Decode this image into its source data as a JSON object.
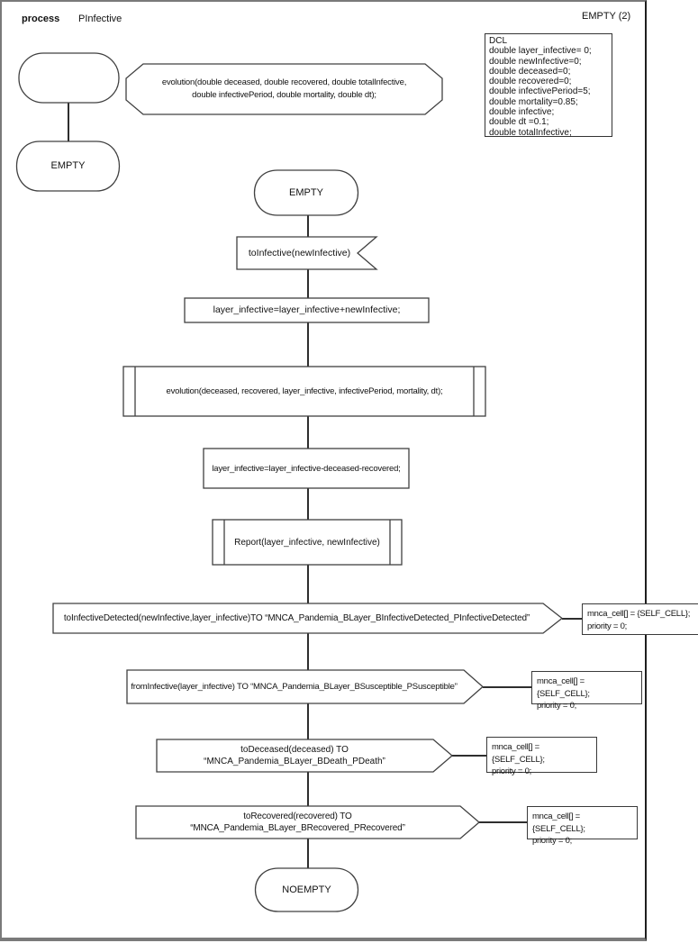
{
  "colors": {
    "stroke": "#404040",
    "text": "#111111",
    "frame": "#7a7a7a",
    "framedark": "#1f1f1f"
  },
  "header": {
    "kind_label": "process",
    "name": "PInfective",
    "page_label": "EMPTY (2)"
  },
  "declarations": {
    "text": "DCL\ndouble layer_infective= 0;\ndouble newInfective=0;\ndouble deceased=0;\ndouble recovered=0;\ndouble infectivePeriod=5;\ndouble mortality=0.85;\ndouble infective;\ndouble dt =0.1;\ndouble totalInfective;"
  },
  "nodes": {
    "procedure_declaration": {
      "label": "evolution(double deceased, double recovered, double totalInfective,\ndouble infectivePeriod, double mortality, double dt);"
    },
    "start_state": {
      "label": ""
    },
    "state_empty_left": {
      "label": "EMPTY"
    },
    "state_empty_center": {
      "label": "EMPTY"
    },
    "input_toinfective": {
      "label": "toInfective(newInfective)"
    },
    "task_add": {
      "label": "layer_infective=layer_infective+newInfective;"
    },
    "proc_call_evolution": {
      "label": "evolution(deceased, recovered, layer_infective, infectivePeriod, mortality, dt);"
    },
    "task_subtract": {
      "label": "layer_infective=layer_infective-deceased-recovered;"
    },
    "proc_call_report": {
      "label": "Report(layer_infective, newInfective)"
    },
    "output_toinfectivedetected": {
      "label": "toInfectiveDetected(newInfective,layer_infective)TO “MNCA_Pandemia_BLayer_BInfectiveDetected_PInfectiveDetected”"
    },
    "output_frominfective": {
      "label": "fromInfective(layer_infective) TO “MNCA_Pandemia_BLayer_BSusceptible_PSusceptible”"
    },
    "output_todeceased": {
      "label": "toDeceased(deceased) TO “MNCA_Pandemia_BLayer_BDeath_PDeath”"
    },
    "output_torecovered": {
      "label": "toRecovered(recovered) TO “MNCA_Pandemia_BLayer_BRecovered_PRecovered”"
    },
    "state_noempty": {
      "label": "NOEMPTY"
    },
    "comments": [
      {
        "text": "mnca_cell[] = {SELF_CELL};\npriority = 0;"
      },
      {
        "text": "mnca_cell[] = {SELF_CELL};\npriority = 0;"
      },
      {
        "text": "mnca_cell[] = {SELF_CELL};\npriority = 0;"
      },
      {
        "text": "mnca_cell[] = {SELF_CELL};\npriority = 0;"
      }
    ]
  }
}
